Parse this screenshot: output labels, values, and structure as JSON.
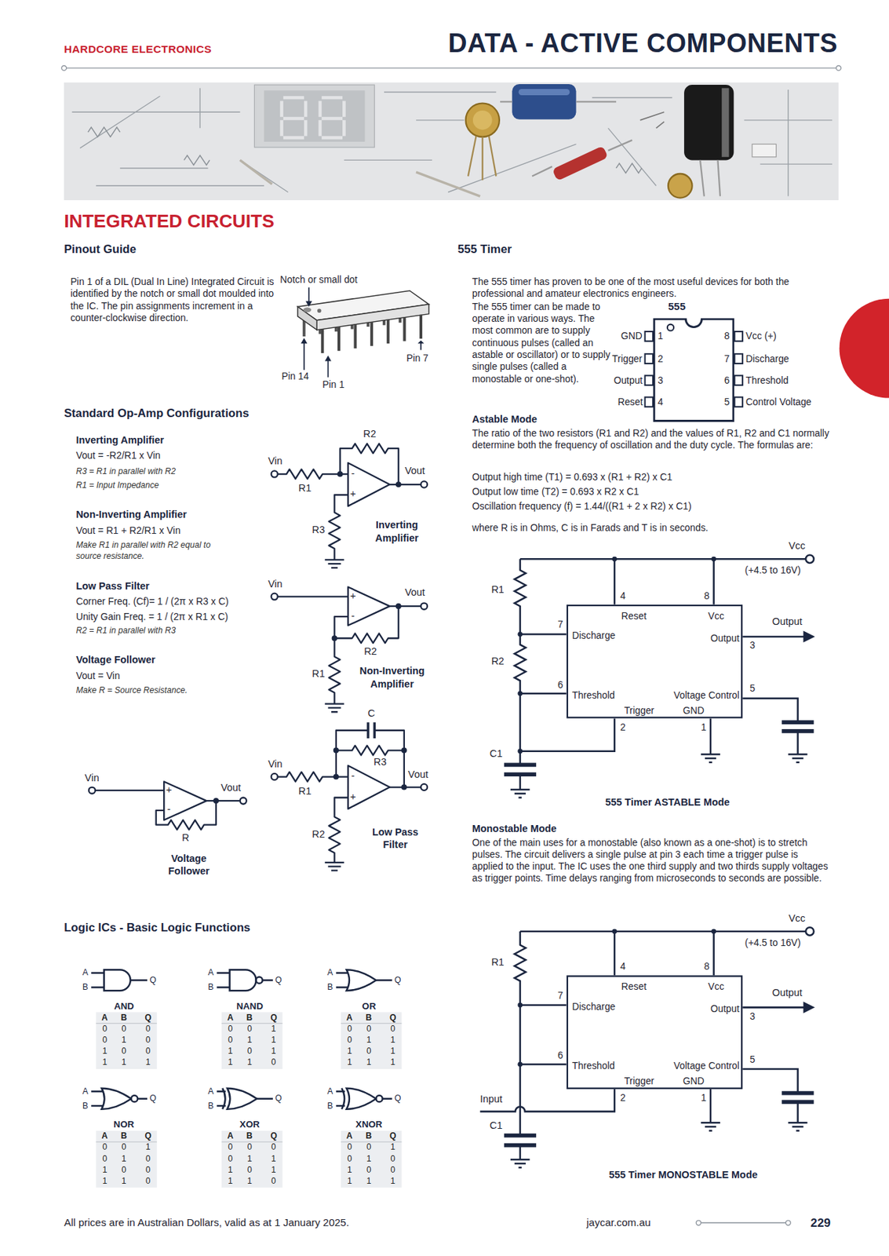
{
  "diagram": {
    "title": "DATA - ACTIVE COMPONENTS",
    "nodes": [
      {
        "text": [
          "555",
          "1",
          "2",
          "3",
          "4",
          "8",
          "7",
          "6",
          "5"
        ]
      },
      {
        "text": [
          "Reset",
          "Vcc",
          "Discharge",
          "Output",
          "Threshold",
          "Voltage Control",
          "Trigger",
          "GND"
        ]
      },
      {
        "text": [
          "Reset",
          "Vcc",
          "Discharge",
          "Output",
          "Threshold",
          "Voltage Control",
          "Trigger",
          "GND"
        ]
      }
    ],
    "labels": [
      "HARDCORE ELECTRONICS",
      "INTEGRATED CIRCUITS",
      "Pinout Guide",
      "Pin 1 of a DIL (Dual In Line) Integrated Circuit is identified by the notch or small dot moulded into the IC. The pin assignments increment in a counter-clockwise direction.",
      "Notch or small dot",
      "Pin 14",
      "Pin 1",
      "Pin 7",
      "Standard Op-Amp Configurations",
      "Inverting Amplifier",
      "Vout = -R2/R1 x Vin",
      "R3 = R1 in parallel with R2",
      "R1 = Input Impedance",
      "Non-Inverting Amplifier",
      "Vout = R1 + R2/R1 x Vin",
      "Make R1 in parallel with R2 equal to source resistance.",
      "Low Pass Filter",
      "Corner Freq. (Cf)= 1 / (2π x R3 x C)",
      "Unity Gain Freq. = 1 / (2π x R1 x C)",
      "R2 = R1 in parallel with R3",
      "Voltage Follower",
      "Vout = Vin",
      "Make R = Source Resistance.",
      "Vin",
      "R1",
      "R2",
      "Vout",
      "R3",
      "Inverting Amplifier",
      "Vin",
      "Vout",
      "R2",
      "R1",
      "Non-Inverting Amplifier",
      "C",
      "Vin",
      "R3",
      "Vout",
      "R1",
      "R2",
      "Low Pass Filter",
      "Vin",
      "Vout",
      "R",
      "Voltage Follower",
      "-",
      "+",
      "+",
      "-",
      "-",
      "+",
      "+",
      "-",
      "Logic ICs - Basic Logic Functions",
      "555 Timer",
      "The 555 timer has proven to be one of the most useful devices for both the professional and amateur electronics engineers.",
      "The 555 timer can be made to operate in various ways. The most common are to supply continuous pulses (called an astable or oscillator) or to supply single pulses (called a monostable or one-shot).",
      "Astable Mode",
      "The ratio of the two resistors (R1 and R2) and the values of R1, R2 and C1 normally determine both the frequency of oscillation and the duty cycle. The formulas are:",
      "Output high time (T1) = 0.693 x (R1 + R2) x C1",
      "Output low time (T2) = 0.693 x R2 x C1",
      "Oscillation frequency (f) = 1.44/((R1 + 2 x R2) x C1)",
      "where R is in Ohms, C is in Farads and T is in seconds.",
      "GND",
      "Trigger",
      "Output",
      "Reset",
      "Vcc (+)",
      "Discharge",
      "Threshold",
      "Control Voltage",
      "Vcc",
      "(+4.5 to 16V)",
      "R1",
      "R2",
      "C1",
      "Output",
      "4",
      "8",
      "7",
      "3",
      "6",
      "5",
      "2",
      "1",
      "555 Timer ASTABLE Mode",
      "Monostable Mode",
      "One of the main uses for a monostable (also known as a one-shot) is to stretch pulses. The circuit delivers a single pulse at pin 3 each time a trigger pulse is applied to the input. The IC uses the one third supply and two thirds supply voltages as trigger points. Time delays ranging from microseconds to seconds are possible.",
      "Vcc",
      "(+4.5 to 16V)",
      "R1",
      "Output",
      "4",
      "8",
      "7",
      "3",
      "6",
      "5",
      "2",
      "1",
      "Input",
      "C1",
      "555 Timer MONOSTABLE Mode",
      "All prices are in Australian Dollars, valid as at 1 January 2025.",
      "jaycar.com.au",
      "229",
      "A",
      "B",
      "Q",
      "AND",
      "A",
      "B",
      "Q",
      "0",
      "0",
      "0",
      "0",
      "1",
      "0",
      "1",
      "0",
      "0",
      "1",
      "1",
      "1",
      "A",
      "B",
      "Q",
      "NAND",
      "A",
      "B",
      "Q",
      "0",
      "0",
      "1",
      "0",
      "1",
      "1",
      "1",
      "0",
      "1",
      "1",
      "1",
      "0",
      "A",
      "B",
      "Q",
      "OR",
      "A",
      "B",
      "Q",
      "0",
      "0",
      "0",
      "0",
      "1",
      "1",
      "1",
      "0",
      "1",
      "1",
      "1",
      "1",
      "A",
      "B",
      "Q",
      "NOR",
      "A",
      "B",
      "Q",
      "0",
      "0",
      "1",
      "0",
      "1",
      "0",
      "1",
      "0",
      "0",
      "1",
      "1",
      "0",
      "A",
      "B",
      "Q",
      "XOR",
      "A",
      "B",
      "Q",
      "0",
      "0",
      "0",
      "0",
      "1",
      "1",
      "1",
      "0",
      "1",
      "1",
      "1",
      "0",
      "A",
      "B",
      "Q",
      "XNOR",
      "A",
      "B",
      "Q",
      "0",
      "0",
      "1",
      "0",
      "1",
      "0",
      "1",
      "0",
      "0",
      "1",
      "1",
      "1"
    ]
  }
}
